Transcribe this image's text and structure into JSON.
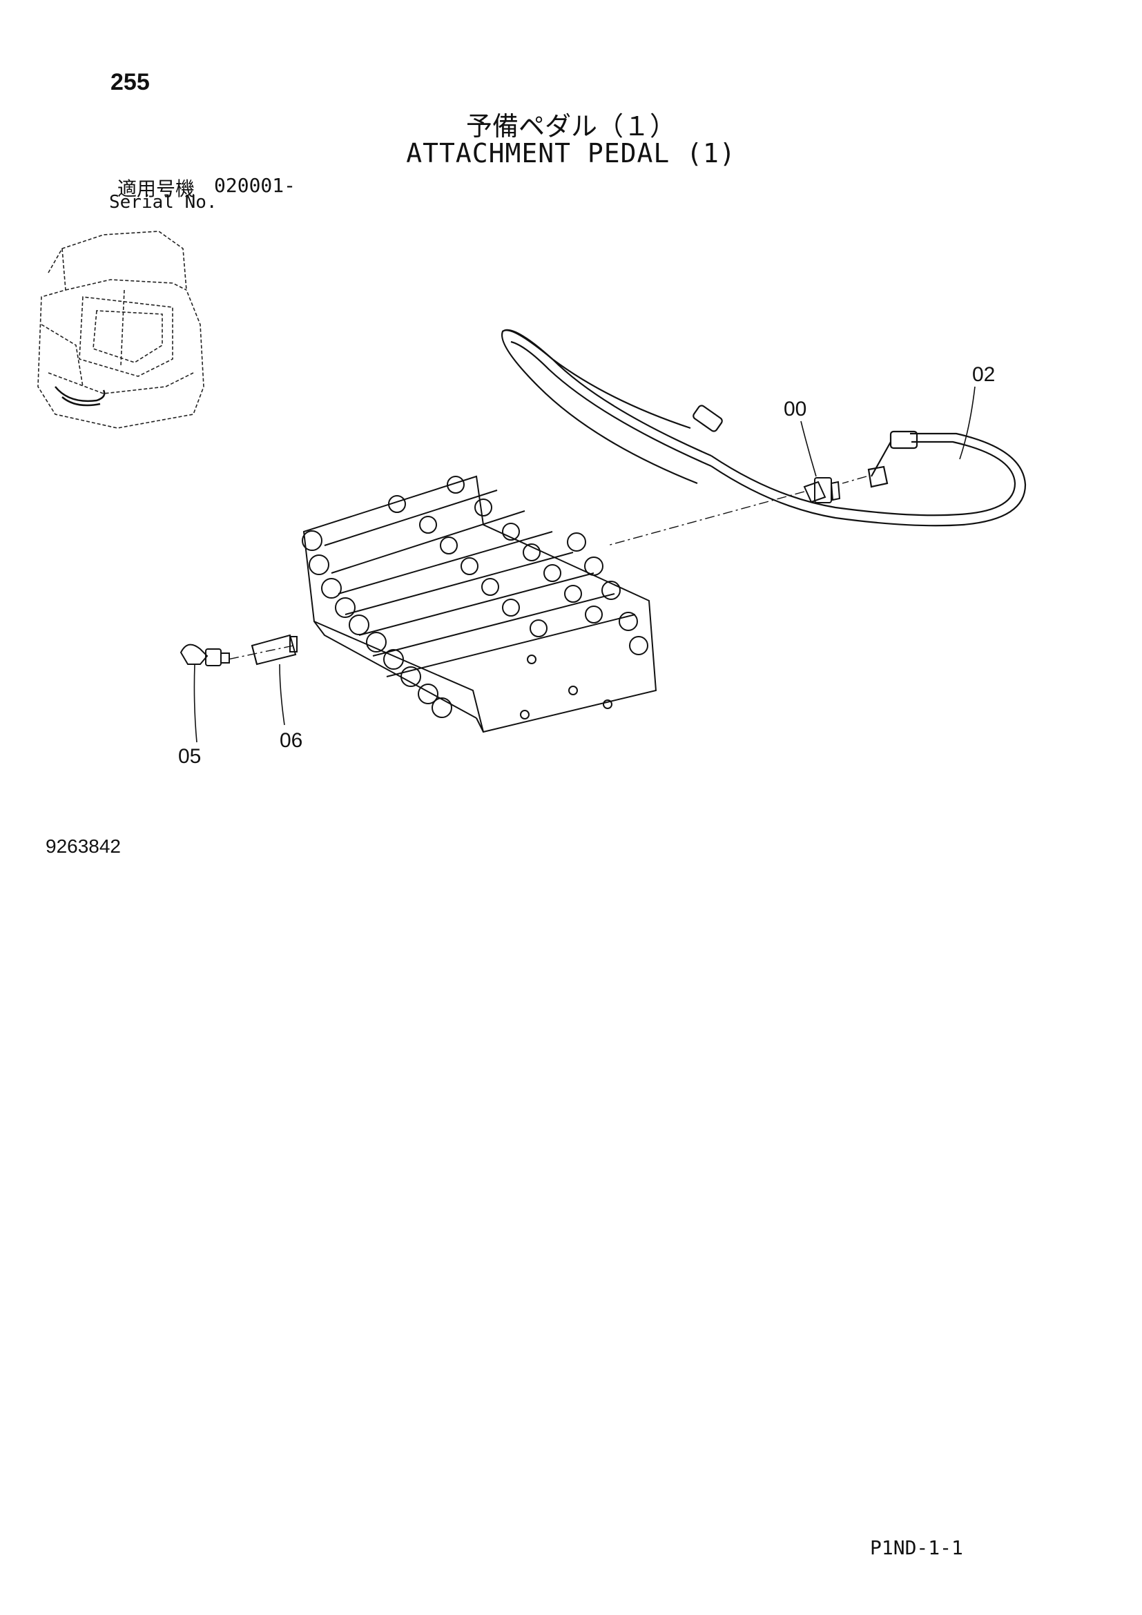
{
  "header": {
    "page_number": "255",
    "title_ja": "予備ペダル（１）",
    "title_en": "ATTACHMENT PEDAL (1)",
    "serial_label_ja": "適用号機",
    "serial_value": "020001-",
    "serial_label_en": "Serial No."
  },
  "callouts": {
    "p00": "00",
    "p02": "02",
    "p05": "05",
    "p06": "06"
  },
  "footer": {
    "document_code": "9263842",
    "page_code": "P1ND-1-1"
  }
}
